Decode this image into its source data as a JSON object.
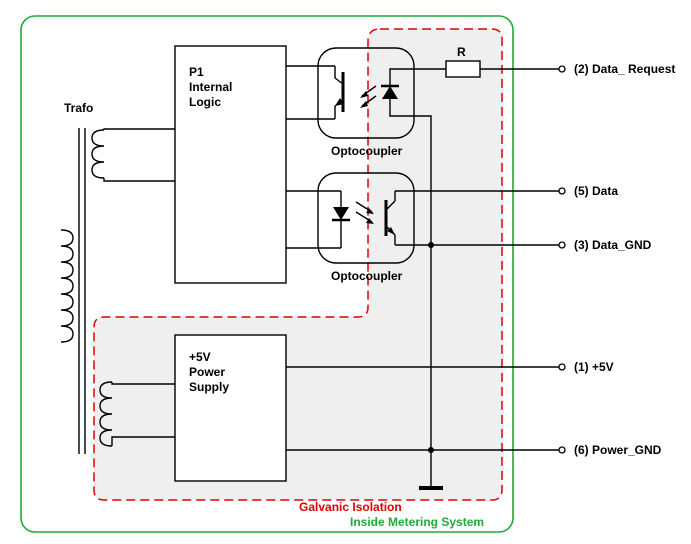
{
  "colors": {
    "outer_border": "#1faa3a",
    "isolation_border": "#e00000",
    "isolation_fill": "#efefef",
    "wire": "#000000"
  },
  "labels": {
    "trafo": "Trafo",
    "logic_block": [
      "P1",
      "Internal",
      "Logic"
    ],
    "power_block": [
      "+5V",
      "Power",
      "Supply"
    ],
    "optocoupler_top": "Optocoupler",
    "optocoupler_bottom": "Optocoupler",
    "resistor": "R",
    "galvanic_isolation": "Galvanic Isolation",
    "inside_metering_system": "Inside Metering System"
  },
  "terminals": [
    {
      "id": "data-request",
      "label": "(2) Data_ Request"
    },
    {
      "id": "data",
      "label": "(5) Data"
    },
    {
      "id": "data-gnd",
      "label": "(3) Data_GND"
    },
    {
      "id": "plus5v",
      "label": "(1) +5V"
    },
    {
      "id": "power-gnd",
      "label": "(6) Power_GND"
    }
  ],
  "icons": [
    "transformer-coil-icon",
    "optocoupler-icon",
    "led-icon",
    "phototransistor-icon",
    "photodiode-icon",
    "resistor-icon",
    "ground-icon",
    "terminal-icon"
  ]
}
